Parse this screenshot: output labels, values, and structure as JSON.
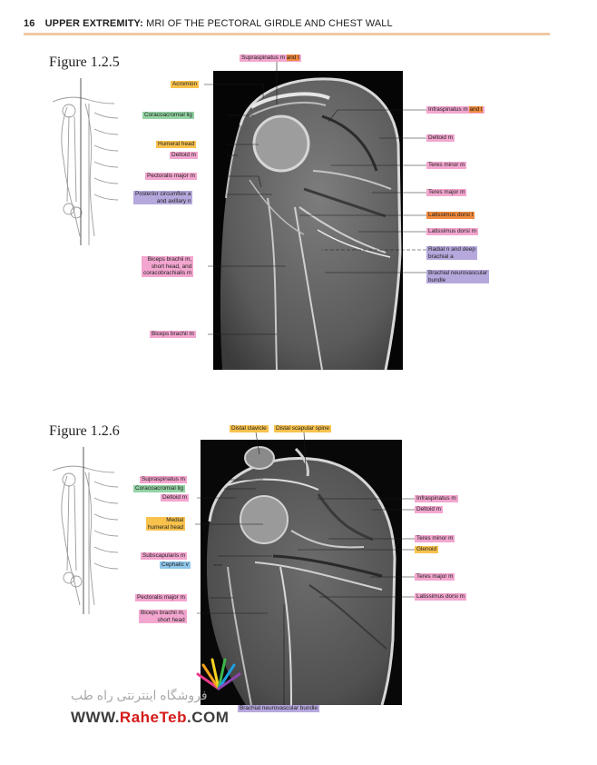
{
  "header": {
    "page_number": "16",
    "section": "UPPER EXTREMITY:",
    "subtitle": "MRI OF THE PECTORAL GIRDLE AND CHEST WALL"
  },
  "figures": [
    {
      "title": "Figure 1.2.5",
      "labels": {
        "supraspinatus": "Supraspinatus m",
        "supraspinatus_t": "and t",
        "acromion": "Acromion",
        "coracoacromial": "Coracoacromial lig",
        "humeral_head": "Humeral head",
        "deltoid_left": "Deltoid m",
        "pectoralis": "Pectoralis major m",
        "circumflex_1": "Posterior circumflex a",
        "circumflex_2": "and axillary n",
        "biceps_1": "Biceps brachii m,",
        "biceps_2": "short head, and",
        "biceps_3": "coracobrachialis m",
        "biceps_brachii": "Biceps brachii m",
        "infraspinatus": "Infraspinatus m",
        "infraspinatus_t": "and t",
        "deltoid_right": "Deltoid m",
        "teres_minor": "Teres minor m",
        "teres_major": "Teres major m",
        "latissimus_t": "Latissimus dorsi t",
        "latissimus_m": "Latissimus dorsi m",
        "radial_1": "Radial n and deep",
        "radial_2": "brachial a",
        "brachial_nv_1": "Brachial neurovascular",
        "brachial_nv_2": "bundle"
      }
    },
    {
      "title": "Figure 1.2.6",
      "labels": {
        "distal_clavicle": "Distal clavicle",
        "distal_scapular_spine": "Distal scapular spine",
        "supraspinatus": "Supraspinatus m",
        "coracoacromial": "Coracoacromial lig",
        "deltoid_left": "Deltoid m",
        "medial_1": "Medial",
        "medial_2": "humeral head",
        "subscapularis": "Subscapularis m",
        "cephalic": "Cephalic v",
        "pectoralis": "Pectoralis major m",
        "biceps_1": "Biceps brachii m,",
        "biceps_2": "short head",
        "infraspinatus": "Infraspinatus m",
        "deltoid_right": "Deltoid m",
        "teres_minor": "Teres minor m",
        "glenoid": "Glenoid",
        "teres_major": "Teres major m",
        "latissimus": "Latissimus dorsi m",
        "brachial_nv": "Brachial neurovascular bundle"
      }
    }
  ],
  "watermark": {
    "persian": "فروشگاه اینترنتی راه طب",
    "url_prefix": "WWW.",
    "url_brand": "RaheTeb",
    "url_suffix": ".COM"
  }
}
